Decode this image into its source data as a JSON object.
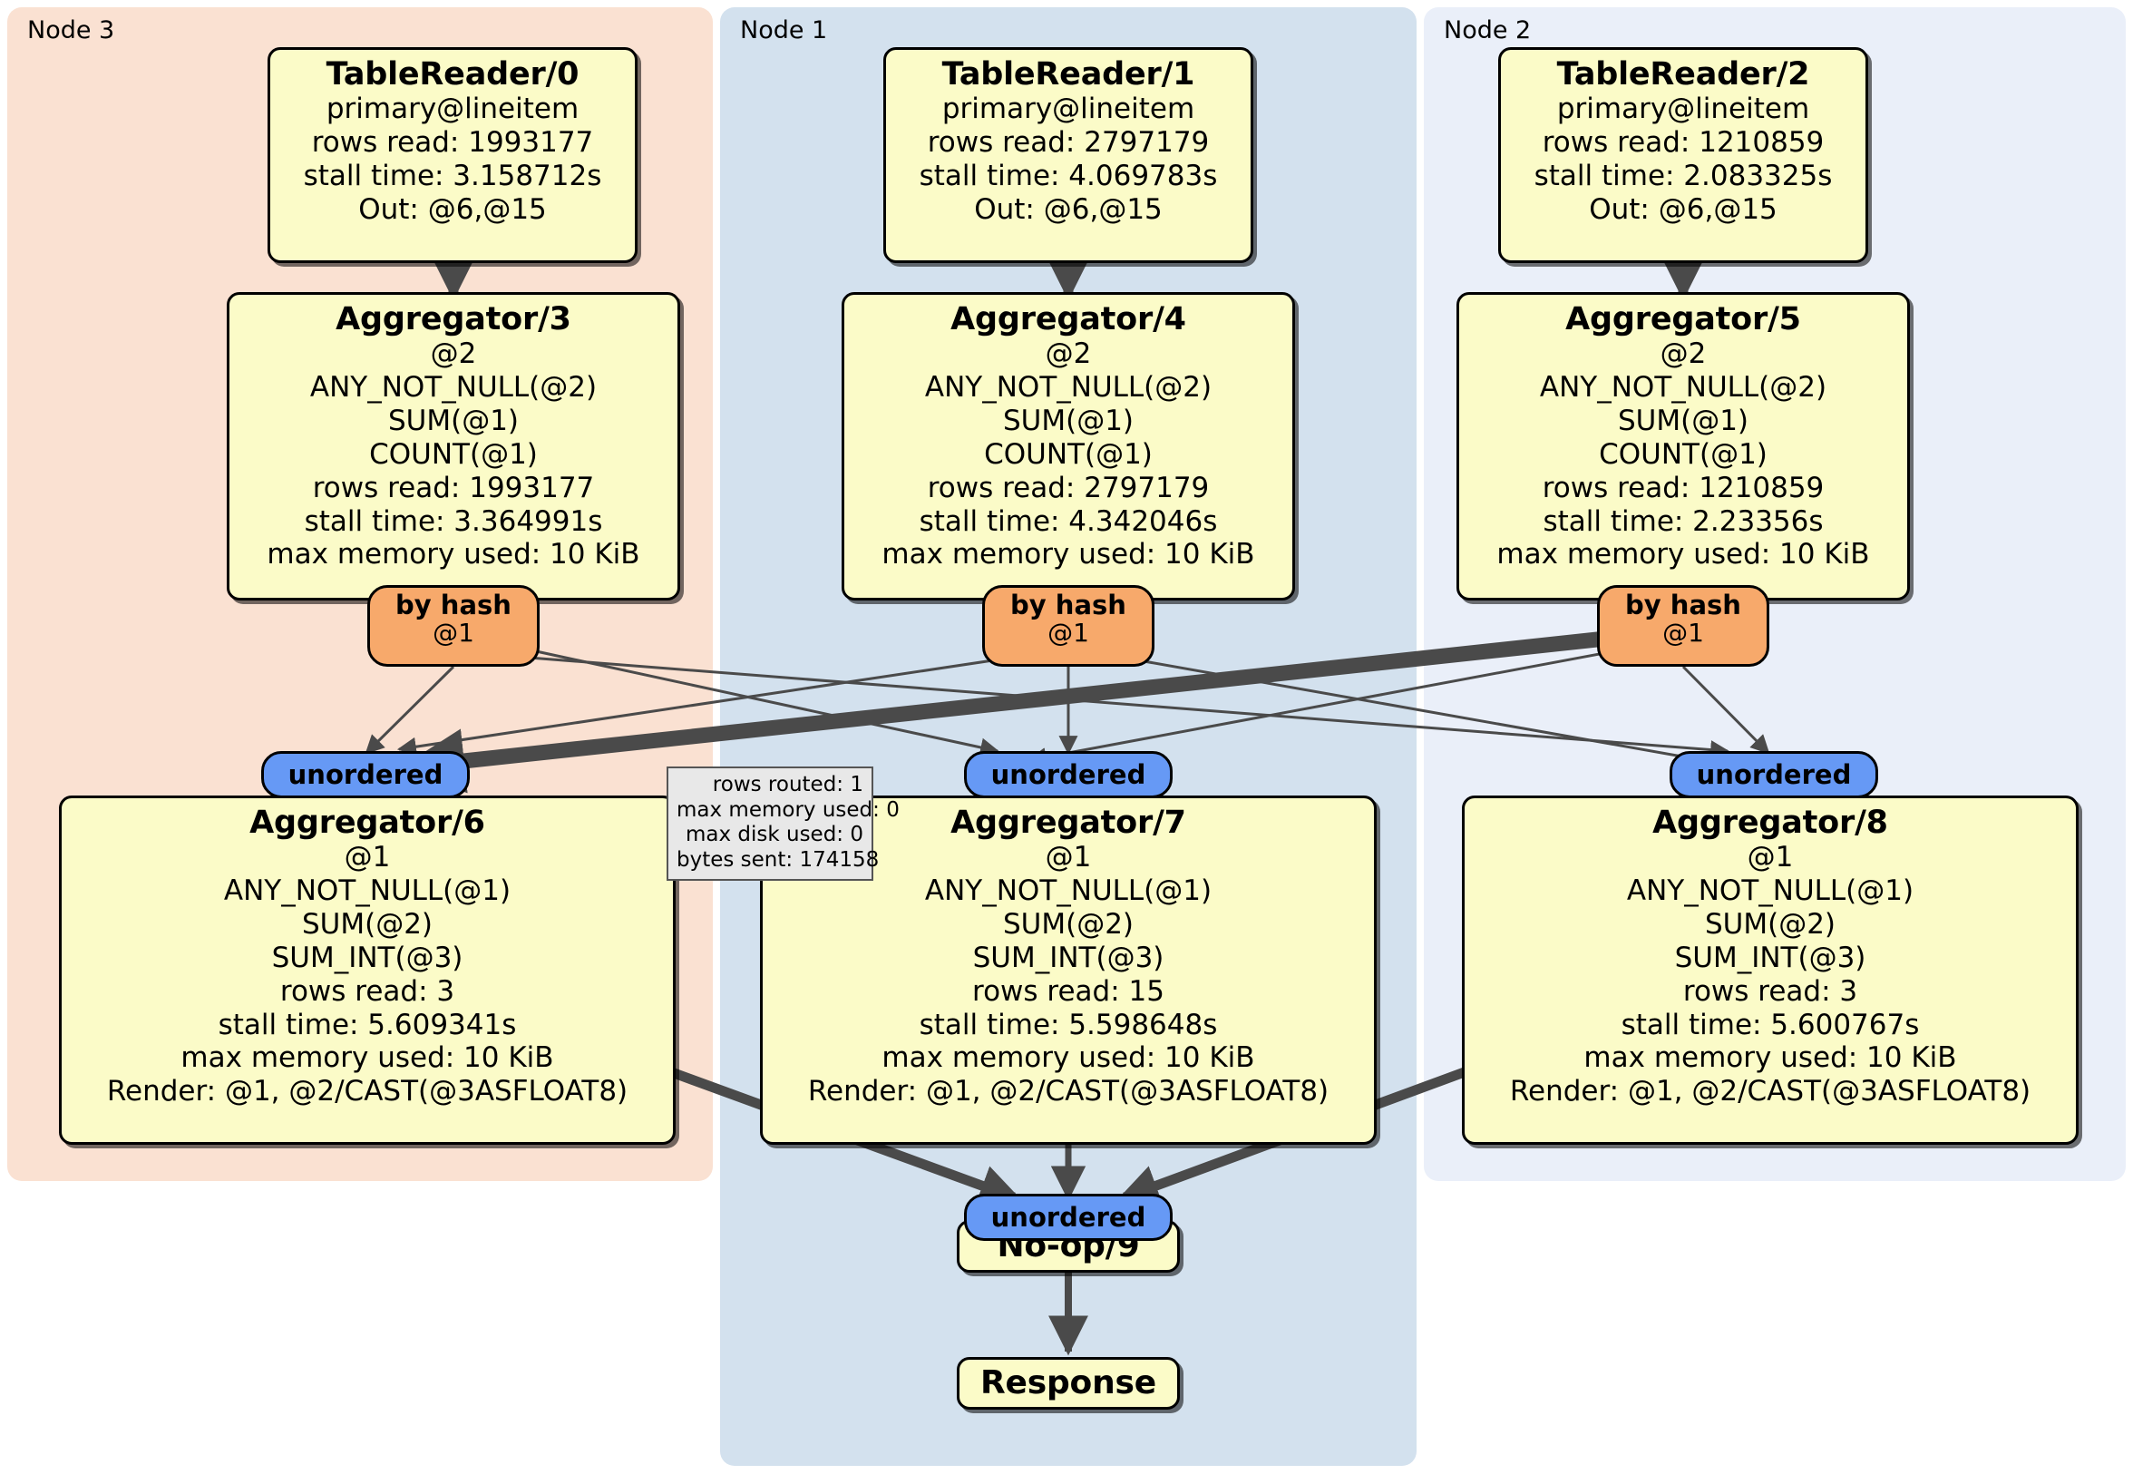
{
  "clusters": [
    {
      "label": "Node 3",
      "color": "#fae1d2"
    },
    {
      "label": "Node 1",
      "color": "#d3e1ee"
    },
    {
      "label": "Node 2",
      "color": "#eaeff9"
    }
  ],
  "readers": [
    {
      "title": "TableReader/0",
      "table": "primary@lineitem",
      "rows_read": "rows read: 1993177",
      "stall_time": "stall time: 3.158712s",
      "out": "Out: @6,@15"
    },
    {
      "title": "TableReader/1",
      "table": "primary@lineitem",
      "rows_read": "rows read: 2797179",
      "stall_time": "stall time: 4.069783s",
      "out": "Out: @6,@15"
    },
    {
      "title": "TableReader/2",
      "table": "primary@lineitem",
      "rows_read": "rows read: 1210859",
      "stall_time": "stall time: 2.083325s",
      "out": "Out: @6,@15"
    }
  ],
  "local_aggregators": [
    {
      "title": "Aggregator/3",
      "group": "@2",
      "agg1": "ANY_NOT_NULL(@2)",
      "agg2": "SUM(@1)",
      "agg3": "COUNT(@1)",
      "rows_read": "rows read: 1993177",
      "stall_time": "stall time: 3.364991s",
      "max_memory": "max memory used: 10 KiB"
    },
    {
      "title": "Aggregator/4",
      "group": "@2",
      "agg1": "ANY_NOT_NULL(@2)",
      "agg2": "SUM(@1)",
      "agg3": "COUNT(@1)",
      "rows_read": "rows read: 2797179",
      "stall_time": "stall time: 4.342046s",
      "max_memory": "max memory used: 10 KiB"
    },
    {
      "title": "Aggregator/5",
      "group": "@2",
      "agg1": "ANY_NOT_NULL(@2)",
      "agg2": "SUM(@1)",
      "agg3": "COUNT(@1)",
      "rows_read": "rows read: 1210859",
      "stall_time": "stall time: 2.23356s",
      "max_memory": "max memory used: 10 KiB"
    }
  ],
  "routers": [
    {
      "title": "by hash",
      "column": "@1"
    },
    {
      "title": "by hash",
      "column": "@1"
    },
    {
      "title": "by hash",
      "column": "@1"
    }
  ],
  "collectors": [
    {
      "label": "unordered"
    },
    {
      "label": "unordered"
    },
    {
      "label": "unordered"
    },
    {
      "label": "unordered"
    }
  ],
  "final_aggregators": [
    {
      "title": "Aggregator/6",
      "group": "@1",
      "agg1": "ANY_NOT_NULL(@1)",
      "agg2": "SUM(@2)",
      "agg3": "SUM_INT(@3)",
      "rows_read": "rows read: 3",
      "stall_time": "stall time: 5.609341s",
      "max_memory": "max memory used: 10 KiB",
      "render": "Render: @1, @2/CAST(@3ASFLOAT8)"
    },
    {
      "title": "Aggregator/7",
      "group": "@1",
      "agg1": "ANY_NOT_NULL(@1)",
      "agg2": "SUM(@2)",
      "agg3": "SUM_INT(@3)",
      "rows_read": "rows read: 15",
      "stall_time": "stall time: 5.598648s",
      "max_memory": "max memory used: 10 KiB",
      "render": "Render: @1, @2/CAST(@3ASFLOAT8)"
    },
    {
      "title": "Aggregator/8",
      "group": "@1",
      "agg1": "ANY_NOT_NULL(@1)",
      "agg2": "SUM(@2)",
      "agg3": "SUM_INT(@3)",
      "rows_read": "rows read: 3",
      "stall_time": "stall time: 5.600767s",
      "max_memory": "max memory used: 10 KiB",
      "render": "Render: @1, @2/CAST(@3ASFLOAT8)"
    }
  ],
  "stats_box": {
    "rows_routed": "rows routed: 1",
    "max_memory": "max memory used: 0",
    "max_disk": "max disk used: 0",
    "bytes_sent": "bytes sent: 174158"
  },
  "noop": {
    "title": "No-op/9"
  },
  "response": {
    "title": "Response"
  }
}
